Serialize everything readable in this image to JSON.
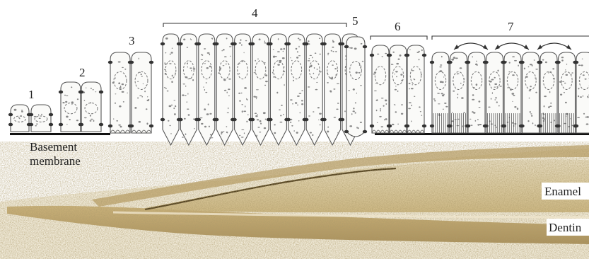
{
  "stage_numbers": [
    "1",
    "2",
    "3",
    "4",
    "5",
    "6",
    "7"
  ],
  "labels": {
    "basement_line1": "Basement",
    "basement_line2": "membrane",
    "enamel": "Enamel",
    "dentin": "Dentin"
  },
  "colors": {
    "tissue_dark": "#6b5427",
    "tissue_mid": "#a88c4e",
    "tissue_light": "#d8c79c",
    "cell_outline": "#555555",
    "membrane": "#111111"
  }
}
